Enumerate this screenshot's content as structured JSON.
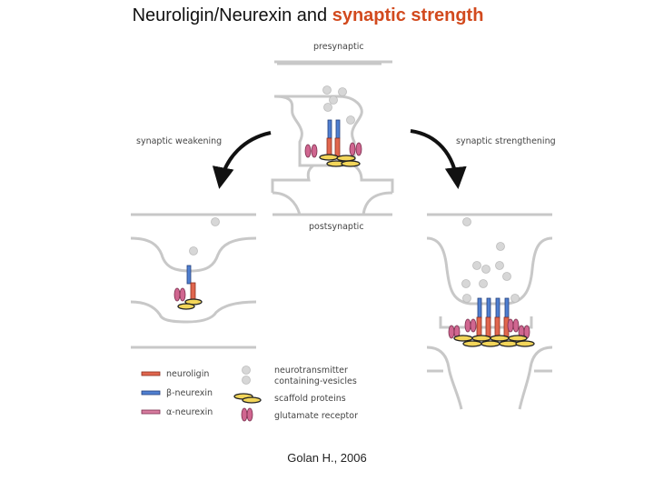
{
  "title": {
    "prefix": "Neuroligin/Neurexin and ",
    "accent": "synaptic strength",
    "accent_color": "#d24a1e"
  },
  "diagram": {
    "labels": {
      "presynaptic": "presynaptic",
      "postsynaptic": "postsynaptic",
      "weakening": "synaptic weakening",
      "strengthening": "synaptic strengthening"
    },
    "legend": {
      "neuroligin": "neuroligin",
      "beta_neurexin": "β-neurexin",
      "alpha_neurexin": "α-neurexin",
      "vesicles_line1": "neurotransmitter",
      "vesicles_line2": "containing-vesicles",
      "scaffold": "scaffold proteins",
      "receptor": "glutamate receptor"
    },
    "colors": {
      "neuroligin": "#e0664e",
      "beta_neurexin": "#4f7fd0",
      "alpha_neurexin": "#d77b9e",
      "scaffold": "#f3d65a",
      "receptor": "#d06690",
      "vesicle": "#d7d7d7",
      "membrane": "#c8c8c8"
    }
  },
  "citation": "Golan H., 2006"
}
